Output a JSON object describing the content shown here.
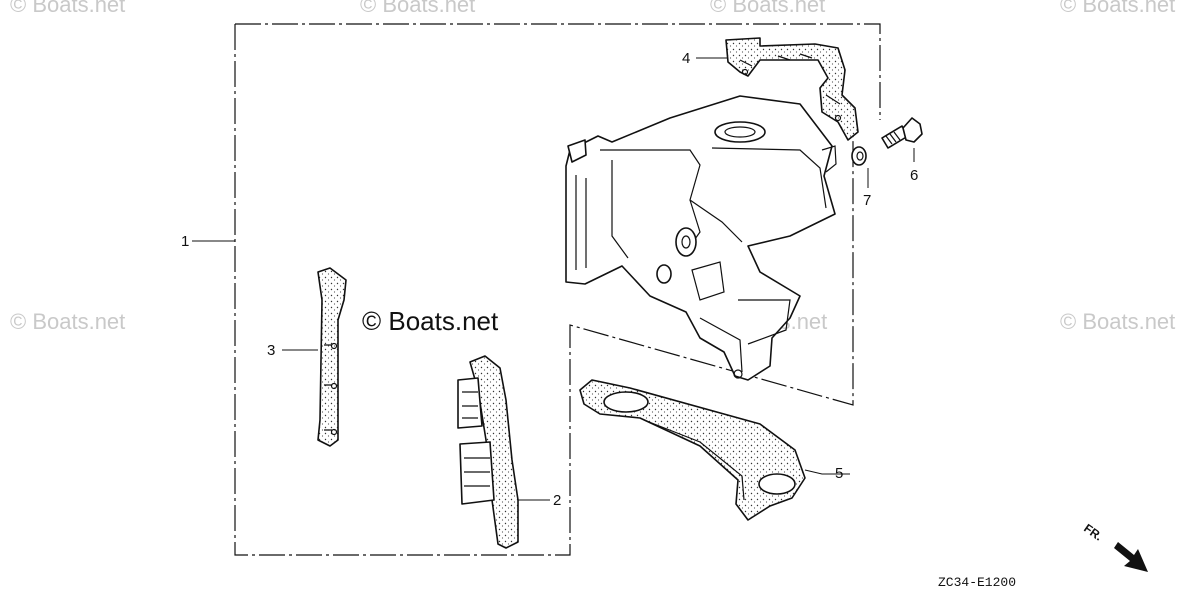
{
  "watermarks": {
    "top_left": "© Boats.net",
    "top_center_left": "© Boats.net",
    "top_center_right": "© Boats.net",
    "top_right": "© Boats.net",
    "mid_left": "© Boats.net",
    "mid_center": "© Boats.net",
    "mid_faint": "© Boats.net",
    "mid_right": "© Boats.net"
  },
  "callouts": {
    "part_1": "1",
    "part_2": "2",
    "part_3": "3",
    "part_4": "4",
    "part_5": "5",
    "part_6": "6",
    "part_7": "7"
  },
  "front_marker": "FR.",
  "diagram_code": "ZC34-E1200",
  "colors": {
    "line": "#111111",
    "watermark": "#c9c9c9",
    "fill": "#ffffff"
  }
}
